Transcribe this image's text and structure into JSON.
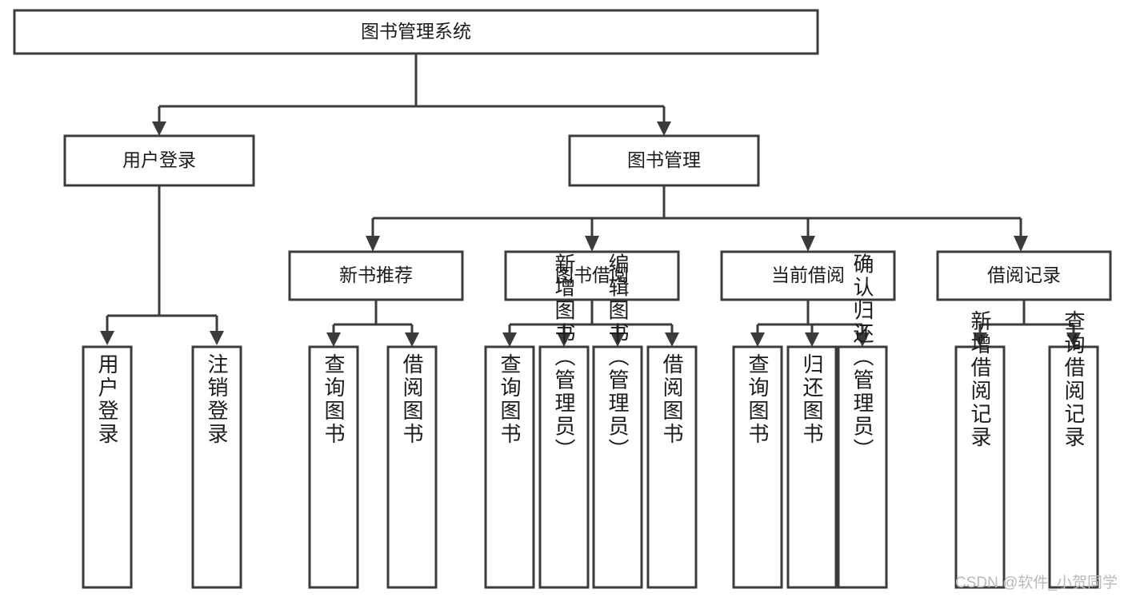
{
  "diagram": {
    "type": "tree-hierarchy-chart",
    "title": "图书管理系统",
    "orientation": "top-down",
    "colors": {
      "box_stroke": "#3b3b3b",
      "box_fill": "#ffffff",
      "text": "#1b1b1b",
      "edge": "#3b3b3b",
      "watermark": "#b9b9b9",
      "background": "#ffffff"
    },
    "root": {
      "label": "图书管理系统"
    },
    "level2": [
      {
        "label": "用户登录"
      },
      {
        "label": "图书管理"
      }
    ],
    "level3": [
      {
        "label": "新书推荐"
      },
      {
        "label": "图书借阅"
      },
      {
        "label": "当前借阅"
      },
      {
        "label": "借阅记录"
      }
    ],
    "leaves": {
      "user_login": [
        {
          "label": "用户登录"
        },
        {
          "label": "注销登录"
        }
      ],
      "new_book_recommend": [
        {
          "label": "查询图书"
        },
        {
          "label": "借阅图书"
        }
      ],
      "book_borrow": [
        {
          "label": "查询图书"
        },
        {
          "label": "新增图书（管理员）"
        },
        {
          "label": "编辑图书（管理员）"
        },
        {
          "label": "借阅图书"
        }
      ],
      "current_borrow": [
        {
          "label": "查询图书"
        },
        {
          "label": "归还图书"
        },
        {
          "label": "确认归还（管理员）"
        }
      ],
      "borrow_record": [
        {
          "label": "新增借阅记录"
        },
        {
          "label": "查询借阅记录"
        }
      ]
    },
    "watermark": "CSDN @软件_小贺同学"
  }
}
